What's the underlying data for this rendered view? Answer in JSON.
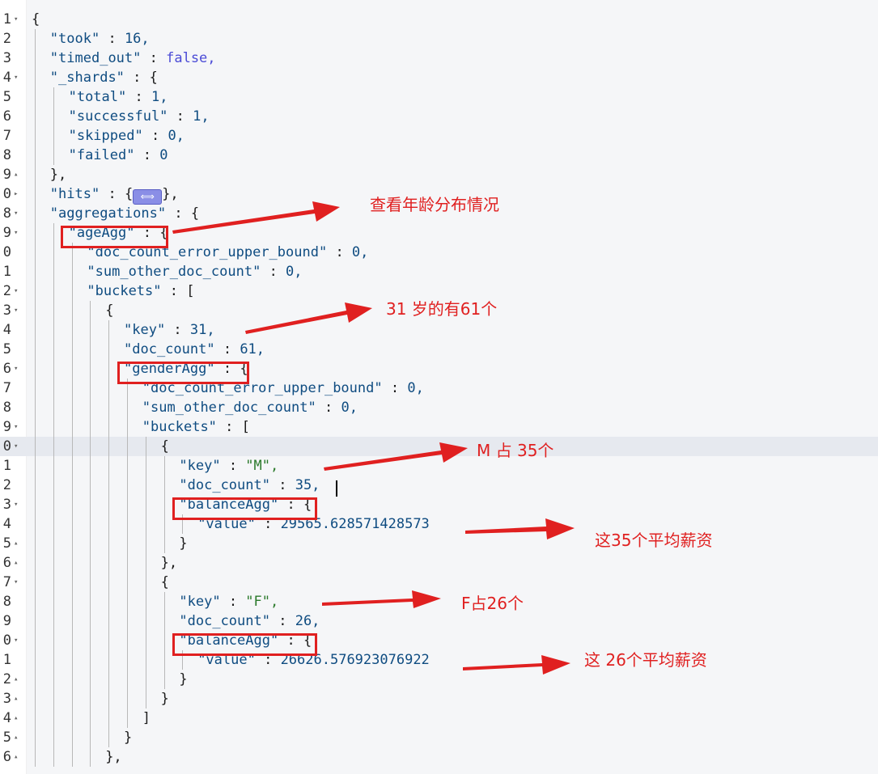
{
  "editor": {
    "active_line": 22,
    "lines": [
      {
        "n": "1",
        "fold": "▾",
        "indent": 0,
        "text": "{"
      },
      {
        "n": "2",
        "fold": "",
        "indent": 1,
        "key": "\"took\"",
        "sep": " : ",
        "val": "16,",
        "vtype": "num"
      },
      {
        "n": "3",
        "fold": "",
        "indent": 1,
        "key": "\"timed_out\"",
        "sep": " : ",
        "val": "false,",
        "vtype": "bool"
      },
      {
        "n": "4",
        "fold": "▾",
        "indent": 1,
        "key": "\"_shards\"",
        "sep": " : ",
        "val": "{",
        "vtype": "plain"
      },
      {
        "n": "5",
        "fold": "",
        "indent": 2,
        "key": "\"total\"",
        "sep": " : ",
        "val": "1,",
        "vtype": "num"
      },
      {
        "n": "6",
        "fold": "",
        "indent": 2,
        "key": "\"successful\"",
        "sep": " : ",
        "val": "1,",
        "vtype": "num"
      },
      {
        "n": "7",
        "fold": "",
        "indent": 2,
        "key": "\"skipped\"",
        "sep": " : ",
        "val": "0,",
        "vtype": "num"
      },
      {
        "n": "8",
        "fold": "",
        "indent": 2,
        "key": "\"failed\"",
        "sep": " : ",
        "val": "0",
        "vtype": "num"
      },
      {
        "n": "9",
        "fold": "▴",
        "indent": 1,
        "text": "},"
      },
      {
        "n": "0",
        "fold": "▸",
        "indent": 1,
        "key": "\"hits\"",
        "sep": " : ",
        "val": "{",
        "vtype": "plain",
        "ellipsis": true,
        "after": "},"
      },
      {
        "n": "8",
        "fold": "▾",
        "indent": 1,
        "key": "\"aggregations\"",
        "sep": " : ",
        "val": "{",
        "vtype": "plain"
      },
      {
        "n": "9",
        "fold": "▾",
        "indent": 2,
        "key": "\"ageAgg\"",
        "sep": " : ",
        "val": "{",
        "vtype": "plain"
      },
      {
        "n": "0",
        "fold": "",
        "indent": 3,
        "key": "\"doc_count_error_upper_bound\"",
        "sep": " : ",
        "val": "0,",
        "vtype": "num"
      },
      {
        "n": "1",
        "fold": "",
        "indent": 3,
        "key": "\"sum_other_doc_count\"",
        "sep": " : ",
        "val": "0,",
        "vtype": "num"
      },
      {
        "n": "2",
        "fold": "▾",
        "indent": 3,
        "key": "\"buckets\"",
        "sep": " : ",
        "val": "[",
        "vtype": "plain"
      },
      {
        "n": "3",
        "fold": "▾",
        "indent": 4,
        "text": "{"
      },
      {
        "n": "4",
        "fold": "",
        "indent": 5,
        "key": "\"key\"",
        "sep": " : ",
        "val": "31,",
        "vtype": "num"
      },
      {
        "n": "5",
        "fold": "",
        "indent": 5,
        "key": "\"doc_count\"",
        "sep": " : ",
        "val": "61,",
        "vtype": "num"
      },
      {
        "n": "6",
        "fold": "▾",
        "indent": 5,
        "key": "\"genderAgg\"",
        "sep": " : ",
        "val": "{",
        "vtype": "plain"
      },
      {
        "n": "7",
        "fold": "",
        "indent": 6,
        "key": "\"doc_count_error_upper_bound\"",
        "sep": " : ",
        "val": "0,",
        "vtype": "num"
      },
      {
        "n": "8",
        "fold": "",
        "indent": 6,
        "key": "\"sum_other_doc_count\"",
        "sep": " : ",
        "val": "0,",
        "vtype": "num"
      },
      {
        "n": "9",
        "fold": "▾",
        "indent": 6,
        "key": "\"buckets\"",
        "sep": " : ",
        "val": "[",
        "vtype": "plain"
      },
      {
        "n": "0",
        "fold": "▾",
        "indent": 7,
        "text": "{"
      },
      {
        "n": "1",
        "fold": "",
        "indent": 8,
        "key": "\"key\"",
        "sep": " : ",
        "val": "\"M\",",
        "vtype": "str"
      },
      {
        "n": "2",
        "fold": "",
        "indent": 8,
        "key": "\"doc_count\"",
        "sep": " : ",
        "val": "35,",
        "vtype": "num"
      },
      {
        "n": "3",
        "fold": "▾",
        "indent": 8,
        "key": "\"balanceAgg\"",
        "sep": " : ",
        "val": "{",
        "vtype": "plain"
      },
      {
        "n": "4",
        "fold": "",
        "indent": 9,
        "key": "\"value\"",
        "sep": " : ",
        "val": "29565.628571428573",
        "vtype": "num"
      },
      {
        "n": "5",
        "fold": "▴",
        "indent": 8,
        "text": "}"
      },
      {
        "n": "6",
        "fold": "▴",
        "indent": 7,
        "text": "},"
      },
      {
        "n": "7",
        "fold": "▾",
        "indent": 7,
        "text": "{"
      },
      {
        "n": "8",
        "fold": "",
        "indent": 8,
        "key": "\"key\"",
        "sep": " : ",
        "val": "\"F\",",
        "vtype": "str"
      },
      {
        "n": "9",
        "fold": "",
        "indent": 8,
        "key": "\"doc_count\"",
        "sep": " : ",
        "val": "26,",
        "vtype": "num"
      },
      {
        "n": "0",
        "fold": "▾",
        "indent": 8,
        "key": "\"balanceAgg\"",
        "sep": " : ",
        "val": "{",
        "vtype": "plain"
      },
      {
        "n": "1",
        "fold": "",
        "indent": 9,
        "key": "\"value\"",
        "sep": " : ",
        "val": "26626.576923076922",
        "vtype": "num"
      },
      {
        "n": "2",
        "fold": "▴",
        "indent": 8,
        "text": "}"
      },
      {
        "n": "3",
        "fold": "▴",
        "indent": 7,
        "text": "}"
      },
      {
        "n": "4",
        "fold": "▴",
        "indent": 6,
        "text": "]"
      },
      {
        "n": "5",
        "fold": "▴",
        "indent": 5,
        "text": "}"
      },
      {
        "n": "6",
        "fold": "▴",
        "indent": 4,
        "text": "},"
      }
    ]
  },
  "annotations": {
    "age_distribution": "查看年龄分布情况",
    "age31": "31 岁的有61个",
    "male_count": "M 占 35个",
    "male_avg": "这35个平均薪资",
    "female_count": "F占26个",
    "female_avg": "这 26个平均薪资"
  },
  "colors": {
    "annotation": "#e02020",
    "key": "#0f4c81",
    "bool": "#4b4bd6",
    "string": "#2b7a2b"
  },
  "icons": {
    "fold_open": "chevron-down-icon",
    "fold_close": "chevron-up-icon",
    "collapsed": "ellipsis-icon"
  }
}
